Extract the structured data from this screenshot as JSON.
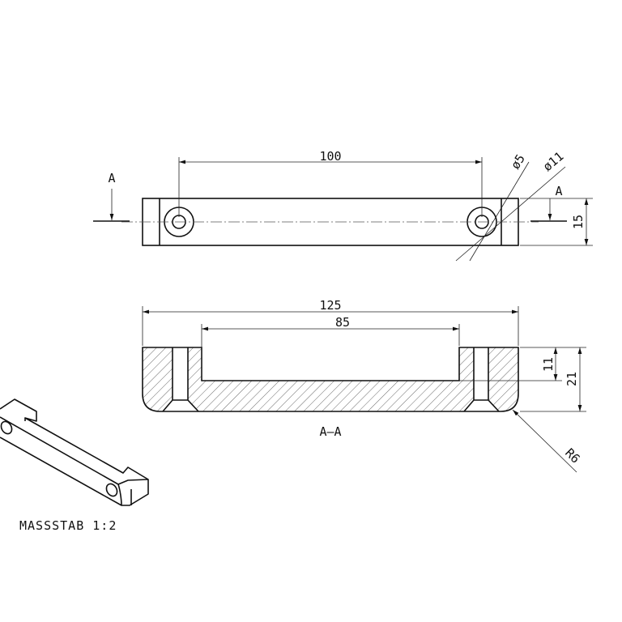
{
  "top_view": {
    "section_mark_left": "A",
    "section_mark_right": "A",
    "dim_hole_spacing": "100",
    "dim_small_hole": "ø5",
    "dim_large_hole": "ø11",
    "dim_height": "15"
  },
  "section_view": {
    "dim_overall_length": "125",
    "dim_pocket_length": "85",
    "dim_pocket_depth": "11",
    "dim_overall_height": "21",
    "dim_radius": "R6",
    "title": "A–A"
  },
  "scale_note": "MASSSTAB 1:2",
  "colors": {
    "line": "#111111",
    "background": "#ffffff"
  }
}
